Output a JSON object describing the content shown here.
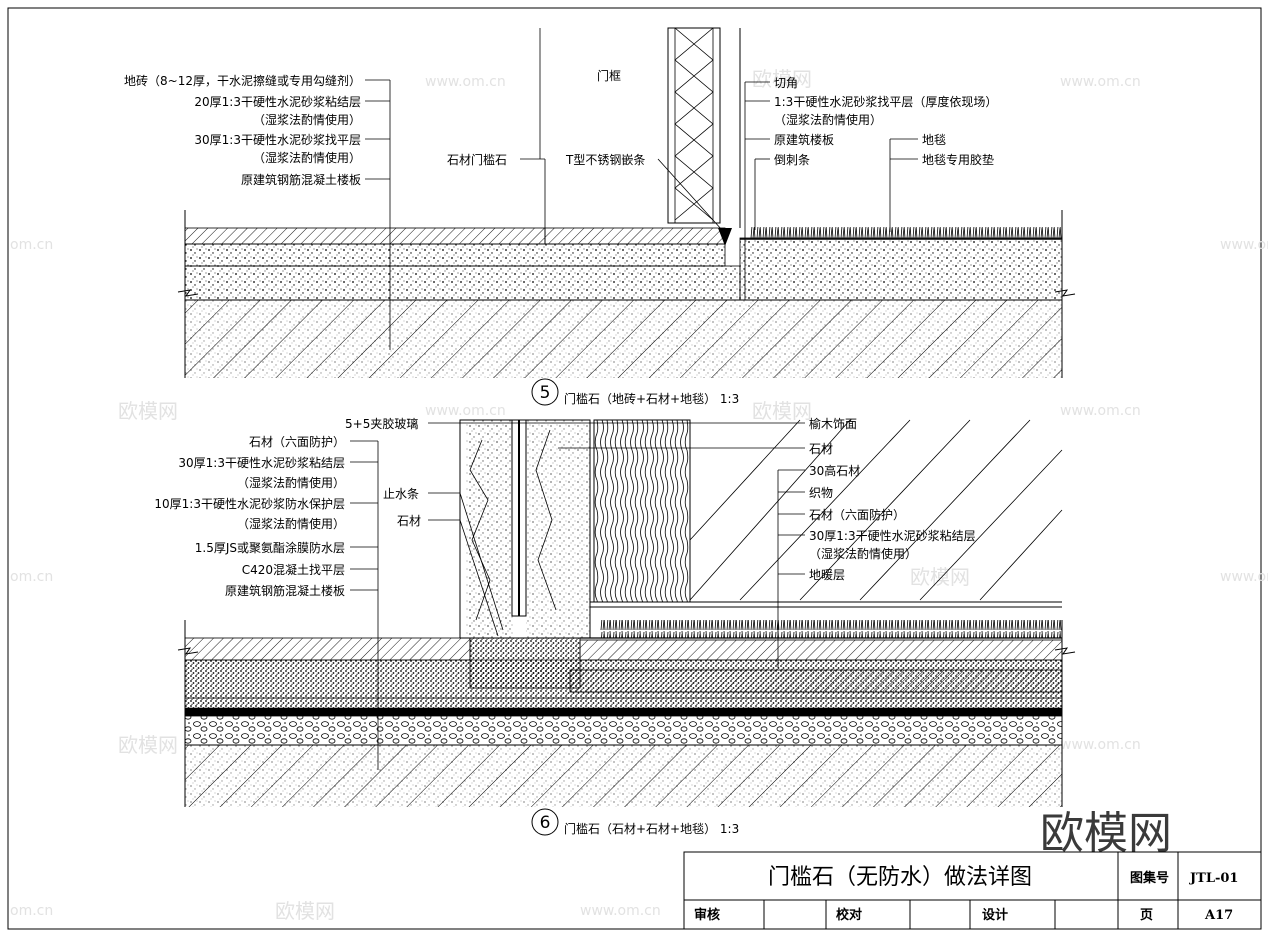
{
  "watermarks": {
    "site": "www.om.cn",
    "site_short": "om.cn",
    "brand": "欧模网"
  },
  "detail5": {
    "number": "5",
    "caption": "门槛石（地砖+石材+地毯） 1:3",
    "left_labels": [
      "地砖（8~12厚，干水泥擦缝或专用勾缝剂）",
      "20厚1:3干硬性水泥砂浆粘结层",
      "（湿浆法酌情使用）",
      "30厚1:3干硬性水泥砂浆找平层",
      "（湿浆法酌情使用）",
      "原建筑钢筋混凝土楼板"
    ],
    "door_frame": "门框",
    "stone_threshold": "石材门槛石",
    "t_strip": "T型不锈钢嵌条",
    "right_labels": [
      "切角",
      "1:3干硬性水泥砂浆找平层（厚度依现场）",
      "（湿浆法酌情使用）",
      "原建筑楼板",
      "倒刺条"
    ],
    "carpet": "地毯",
    "carpet_pad": "地毯专用胶垫"
  },
  "detail6": {
    "number": "6",
    "caption": "门槛石（石材+石材+地毯） 1:3",
    "glass": "5+5夹胶玻璃",
    "left_labels": [
      "石材（六面防护）",
      "30厚1:3干硬性水泥砂浆粘结层",
      "（湿浆法酌情使用）",
      "10厚1:3干硬性水泥砂浆防水保护层",
      "（湿浆法酌情使用）",
      "1.5厚JS或聚氨酯涂膜防水层",
      "C420混凝土找平层",
      "原建筑钢筋混凝土楼板"
    ],
    "water_stop": "止水条",
    "stone": "石材",
    "right_top_labels": [
      "榆木饰面",
      "石材"
    ],
    "right_labels": [
      "30高石材",
      "织物",
      "石材（六面防护）",
      "30厚1:3干硬性水泥砂浆粘结层",
      "（湿浆法酌情使用）",
      "地暖层"
    ]
  },
  "title_block": {
    "title": "门槛石（无防水）做法详图",
    "drawing_no_label": "图集号",
    "drawing_no": "JTL-01",
    "review": "审核",
    "check": "校对",
    "design": "设计",
    "page_label": "页",
    "page": "A17"
  }
}
